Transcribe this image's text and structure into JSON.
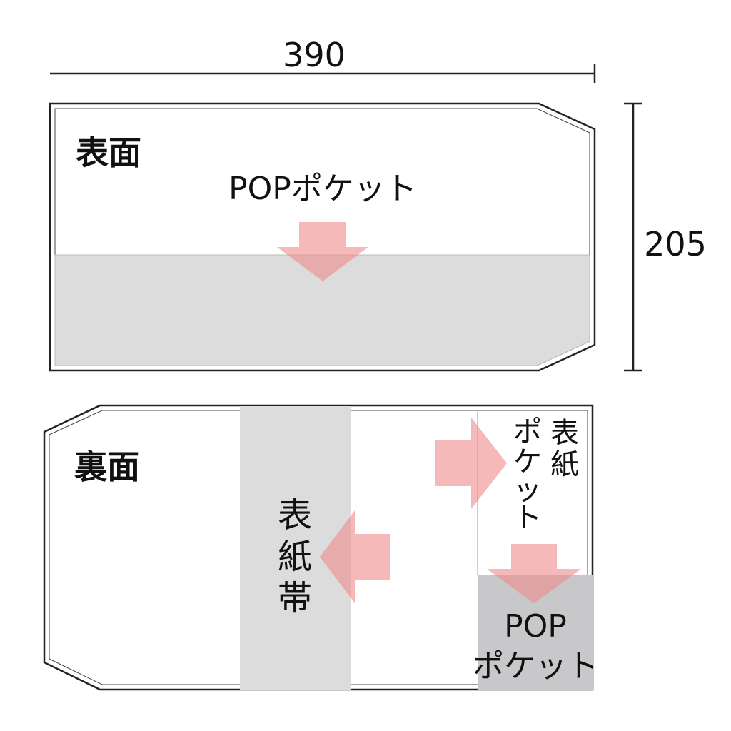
{
  "dimensions": {
    "width_label": "390",
    "height_label": "205"
  },
  "front": {
    "title": "表面",
    "pocket_label": "POPポケット"
  },
  "back": {
    "title": "裏面",
    "band_label_chars": [
      "表",
      "紙",
      "帯"
    ],
    "cover_pocket_col1_chars": [
      "表",
      "紙"
    ],
    "cover_pocket_col2_chars": [
      "ポ",
      "ケ",
      "ッ",
      "ト"
    ],
    "pop_pocket_line1": "POP",
    "pop_pocket_line2": "ポケット"
  },
  "colors": {
    "outline": "#222222",
    "fill_gray": "#dcdcdc",
    "fill_gray_dark": "#c8c8ca",
    "arrow": "#f08a8a"
  }
}
